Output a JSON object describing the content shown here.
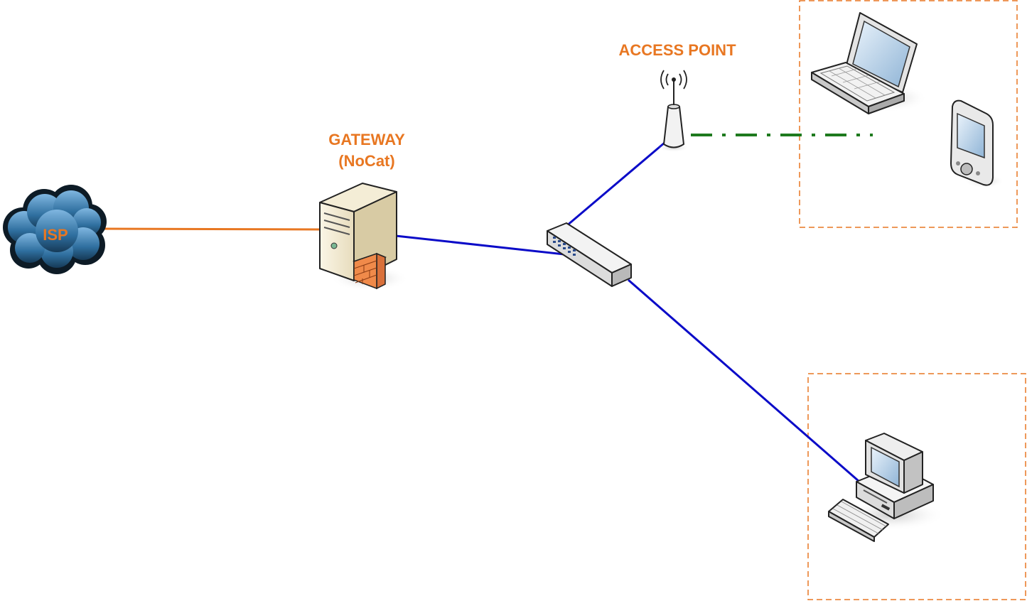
{
  "labels": {
    "isp": "ISP",
    "gateway_line1": "GATEWAY",
    "gateway_line2": "(NoCat)",
    "access_point": "ACCESS POINT"
  },
  "nodes": [
    "isp-cloud",
    "gateway-server",
    "network-switch",
    "access-point",
    "laptop",
    "pda",
    "desktop-pc"
  ],
  "links": [
    {
      "from": "isp-cloud",
      "to": "gateway-server",
      "style": "solid",
      "color": "#E87722"
    },
    {
      "from": "gateway-server",
      "to": "network-switch",
      "style": "solid",
      "color": "#0B0BC8"
    },
    {
      "from": "network-switch",
      "to": "access-point",
      "style": "solid",
      "color": "#0B0BC8"
    },
    {
      "from": "network-switch",
      "to": "desktop-pc",
      "style": "solid",
      "color": "#0B0BC8"
    },
    {
      "from": "access-point",
      "to": "wireless-clients",
      "style": "dash-dot",
      "color": "#1E7A1E"
    }
  ],
  "groups": [
    {
      "name": "wireless-clients",
      "members": [
        "laptop",
        "pda"
      ],
      "border": "dashed",
      "color": "#E87722"
    },
    {
      "name": "wired-clients",
      "members": [
        "desktop-pc"
      ],
      "border": "dashed",
      "color": "#E87722"
    }
  ],
  "colors": {
    "label": "#E87722",
    "wired_link": "#0B0BC8",
    "wireless_link": "#1E7A1E",
    "group_border": "#E87722"
  }
}
